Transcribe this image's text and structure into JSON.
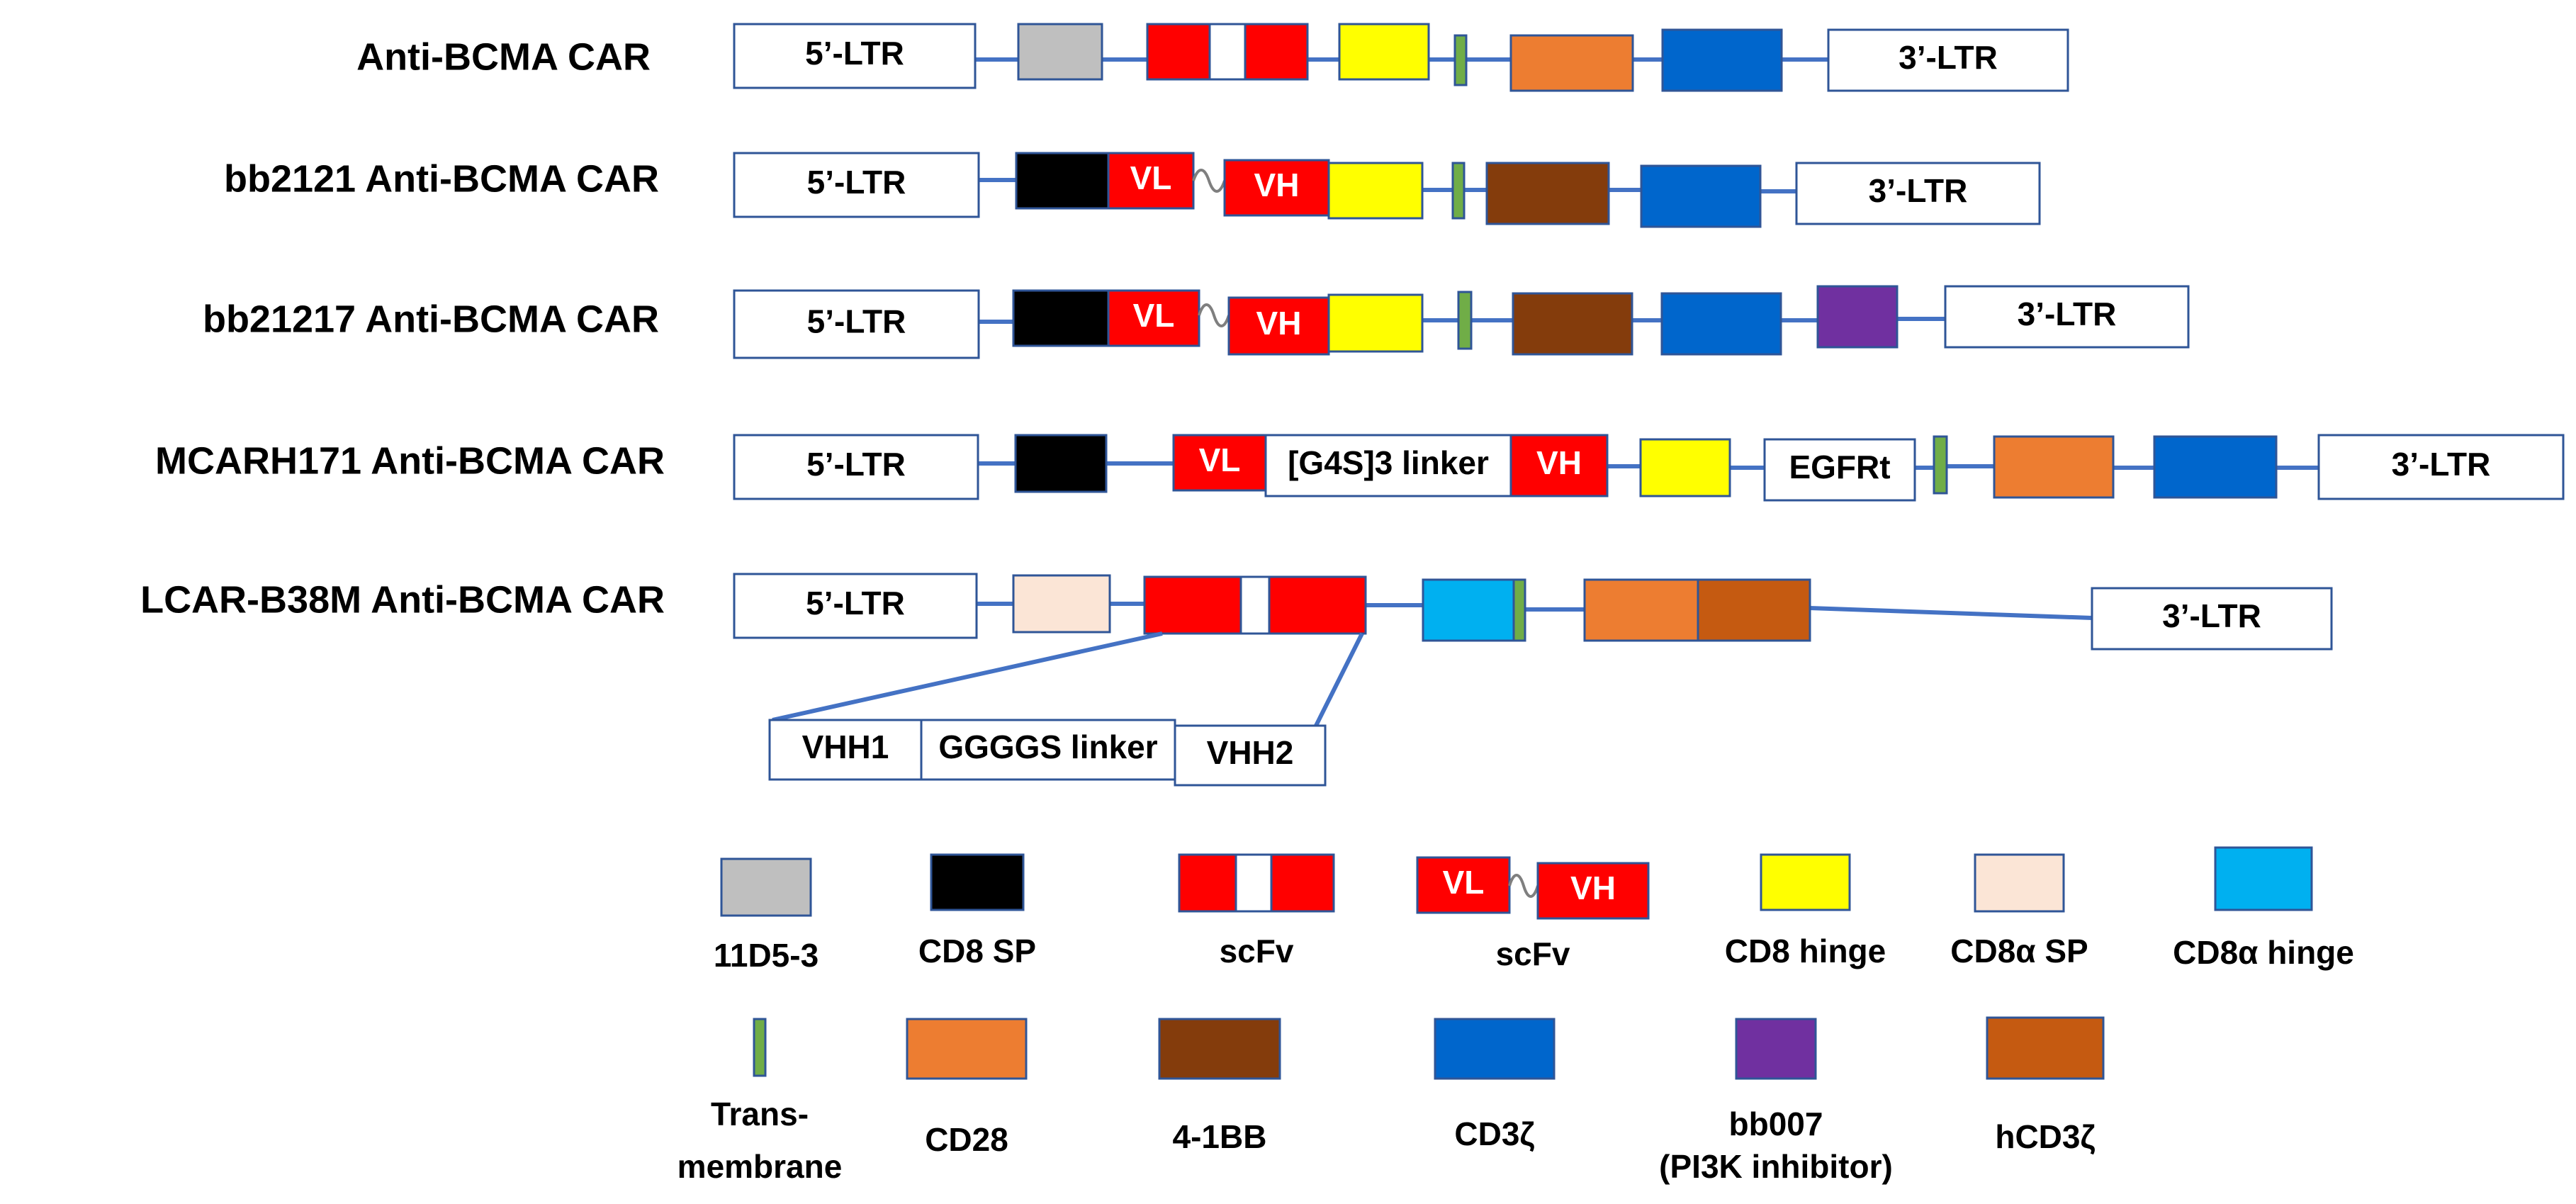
{
  "constructs": [
    {
      "name": "Anti-BCMA CAR",
      "segments": [
        {
          "type": "box",
          "label": "5’-LTR"
        },
        {
          "type": "box",
          "color": "#bfbfbf"
        },
        {
          "type": "box",
          "color": "#ff0000"
        },
        {
          "type": "box"
        },
        {
          "type": "box",
          "color": "#ff0000"
        },
        {
          "type": "box",
          "color": "#ffff00"
        },
        {
          "type": "box",
          "color": "#70ad47"
        },
        {
          "type": "box",
          "color": "#ed7d31"
        },
        {
          "type": "box",
          "color": "#0066cc"
        },
        {
          "type": "box",
          "label": "3’-LTR"
        }
      ]
    },
    {
      "name": "bb2121 Anti-BCMA CAR",
      "segments": [
        {
          "type": "box",
          "label": "5’-LTR"
        },
        {
          "type": "box",
          "color": "#000000"
        },
        {
          "type": "box",
          "color": "#ff0000",
          "label": "VL"
        },
        {
          "type": "linker"
        },
        {
          "type": "box",
          "color": "#ff0000",
          "label": "VH"
        },
        {
          "type": "box",
          "color": "#ffff00"
        },
        {
          "type": "box",
          "color": "#70ad47"
        },
        {
          "type": "box",
          "color": "#843c0c"
        },
        {
          "type": "box",
          "color": "#0066cc"
        },
        {
          "type": "box",
          "label": "3’-LTR"
        }
      ]
    },
    {
      "name": "bb21217 Anti-BCMA CAR",
      "segments": [
        {
          "type": "box",
          "label": "5’-LTR"
        },
        {
          "type": "box",
          "color": "#000000"
        },
        {
          "type": "box",
          "color": "#ff0000",
          "label": "VL"
        },
        {
          "type": "linker"
        },
        {
          "type": "box",
          "color": "#ff0000",
          "label": "VH"
        },
        {
          "type": "box",
          "color": "#ffff00"
        },
        {
          "type": "box",
          "color": "#70ad47"
        },
        {
          "type": "box",
          "color": "#843c0c"
        },
        {
          "type": "box",
          "color": "#0066cc"
        },
        {
          "type": "box",
          "color": "#7030a0"
        },
        {
          "type": "box",
          "label": "3’-LTR"
        }
      ]
    },
    {
      "name": "MCARH171  Anti-BCMA CAR",
      "segments": [
        {
          "type": "box",
          "label": "5’-LTR"
        },
        {
          "type": "box",
          "color": "#000000"
        },
        {
          "type": "box",
          "color": "#ff0000",
          "label": "VL"
        },
        {
          "type": "box",
          "label": "[G4S]3 linker"
        },
        {
          "type": "box",
          "color": "#ff0000",
          "label": "VH"
        },
        {
          "type": "box",
          "color": "#ffff00"
        },
        {
          "type": "box",
          "label": "EGFRt"
        },
        {
          "type": "box",
          "color": "#70ad47"
        },
        {
          "type": "box",
          "color": "#ed7d31"
        },
        {
          "type": "box",
          "color": "#0066cc"
        },
        {
          "type": "box",
          "label": "3’-LTR"
        }
      ]
    },
    {
      "name": "LCAR-B38M  Anti-BCMA CAR",
      "segments": [
        {
          "type": "box",
          "label": "5’-LTR"
        },
        {
          "type": "box",
          "color": "#fbe5d6"
        },
        {
          "type": "box",
          "color": "#ff0000"
        },
        {
          "type": "box"
        },
        {
          "type": "box",
          "color": "#ff0000"
        },
        {
          "type": "box",
          "color": "#00b0f0"
        },
        {
          "type": "box",
          "color": "#70ad47"
        },
        {
          "type": "box",
          "color": "#ed7d31"
        },
        {
          "type": "box",
          "color": "#c55a11"
        },
        {
          "type": "box",
          "label": "3’-LTR"
        }
      ]
    }
  ],
  "expansion": {
    "segments": [
      "VHH1",
      "GGGGS linker",
      "VHH2"
    ]
  },
  "legend": [
    {
      "type": "box",
      "color": "#bfbfbf",
      "label": [
        "11D5-3"
      ]
    },
    {
      "type": "box",
      "color": "#000000",
      "label": [
        "CD8 SP"
      ]
    },
    {
      "type": "scfv-split",
      "color": "#ff0000",
      "label": [
        "scFv"
      ]
    },
    {
      "type": "scfv-linker",
      "color": "#ff0000",
      "vl": "VL",
      "vh": "VH",
      "label": [
        "scFv"
      ]
    },
    {
      "type": "box",
      "color": "#ffff00",
      "label": [
        "CD8 hinge"
      ]
    },
    {
      "type": "box",
      "color": "#fbe5d6",
      "label": [
        "CD8α SP"
      ]
    },
    {
      "type": "box",
      "color": "#00b0f0",
      "label": [
        "CD8α hinge"
      ]
    },
    {
      "type": "tm",
      "color": "#70ad47",
      "label": [
        "Trans-",
        "membrane"
      ]
    },
    {
      "type": "box",
      "color": "#ed7d31",
      "label": [
        "CD28"
      ]
    },
    {
      "type": "box",
      "color": "#843c0c",
      "label": [
        "4-1BB"
      ]
    },
    {
      "type": "box",
      "color": "#0066cc",
      "label": [
        "CD3ζ"
      ]
    },
    {
      "type": "box",
      "color": "#7030a0",
      "label": [
        "bb007",
        "(PI3K inhibitor)"
      ]
    },
    {
      "type": "box",
      "color": "#c55a11",
      "label": [
        "hCD3ζ"
      ]
    }
  ],
  "colors": {
    "backbone": "#4472c4",
    "box_stroke": "#2f5597",
    "white_text": "#ffffff",
    "text": "#000000"
  }
}
